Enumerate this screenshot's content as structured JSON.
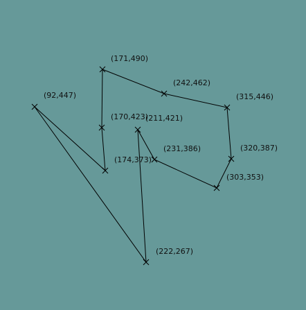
{
  "background": "#669999",
  "stroke_color": "#000000",
  "points": [
    {
      "id": "p1",
      "label": "(92,447)"
    },
    {
      "id": "p2",
      "label": "(171,490)"
    },
    {
      "id": "p3",
      "label": "(242,462)"
    },
    {
      "id": "p4",
      "label": "(315,446)"
    },
    {
      "id": "p5",
      "label": "(170,423)"
    },
    {
      "id": "p6",
      "label": "(211,421)"
    },
    {
      "id": "p7",
      "label": "(231,386)"
    },
    {
      "id": "p8",
      "label": "(320,387)"
    },
    {
      "id": "p9",
      "label": "(174,373)"
    },
    {
      "id": "p10",
      "label": "(303,353)"
    },
    {
      "id": "p11",
      "label": "(222,267)"
    }
  ]
}
